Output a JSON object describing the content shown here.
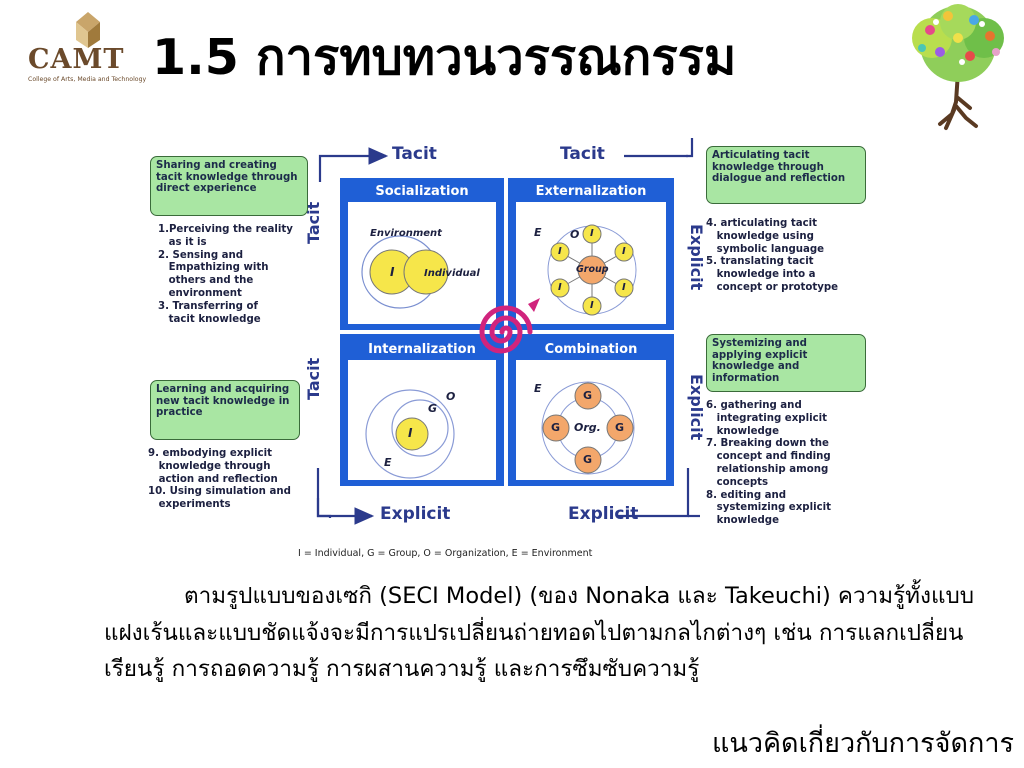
{
  "header": {
    "logo_text": "CAMT",
    "logo_sub": "College of Arts, Media and Technology",
    "title": "1.5 การทบทวนวรรณกรรม"
  },
  "diagram": {
    "top_labels": [
      "Tacit",
      "Tacit"
    ],
    "bottom_labels": [
      "Explicit",
      "Explicit"
    ],
    "left_labels": [
      "Tacit",
      "Tacit"
    ],
    "right_labels": [
      "Explicit",
      "Explicit"
    ],
    "quadrants": {
      "socialization": "Socialization",
      "externalization": "Externalization",
      "internalization": "Internalization",
      "combination": "Combination"
    },
    "inner": {
      "environment": "Environment",
      "individual": "Individual",
      "i": "I",
      "e": "E",
      "o": "O",
      "g": "G",
      "group": "Group",
      "org": "Org."
    },
    "callouts": {
      "socialization": "Sharing and creating tacit knowledge through direct experience",
      "externalization": "Articulating tacit knowledge through dialogue and reflection",
      "combination": "Systemizing and applying explicit knowledge and information",
      "internalization": "Learning and acquiring new tacit knowledge in practice"
    },
    "steps": {
      "socialization": "1.Perceiving the reality\n   as it is\n2. Sensing and\n   Empathizing with\n   others and the\n   environment\n3. Transferring of\n   tacit knowledge",
      "externalization": "4. articulating tacit\n   knowledge using\n   symbolic language\n5. translating tacit\n   knowledge into a\n   concept or prototype",
      "internalization": "9. embodying explicit\n   knowledge through\n   action and reflection\n10. Using simulation and\n   experiments",
      "combination": "6. gathering and\n   integrating explicit\n   knowledge\n7. Breaking down the\n   concept and finding\n   relationship among\n   concepts\n8. editing and\n   systemizing explicit\n   knowledge"
    },
    "legend": "I = Individual, G = Group, O = Organization, E = Environment"
  },
  "paragraph": "ตามรูปแบบของเซกิ (SECI Model) (ของ Nonaka และ Takeuchi) ความรู้ทั้งแบบแฝงเร้นและแบบชัดแจ้งจะมีการแปรเปลี่ยนถ่ายทอดไปตามกลไกต่างๆ เช่น การแลกเปลี่ยนเรียนรู้ การถอดความรู้ การผสานความรู้ และการซึมซับความรู้",
  "footer": "แนวคิดเกี่ยวกับการจัดการ",
  "colors": {
    "quadrant_blue": "#1f5fd6",
    "callout_green": "#a9e6a3",
    "spiral_magenta": "#d0247d",
    "circle_yellow": "#f6e64a",
    "circle_orange": "#f3a76b"
  }
}
